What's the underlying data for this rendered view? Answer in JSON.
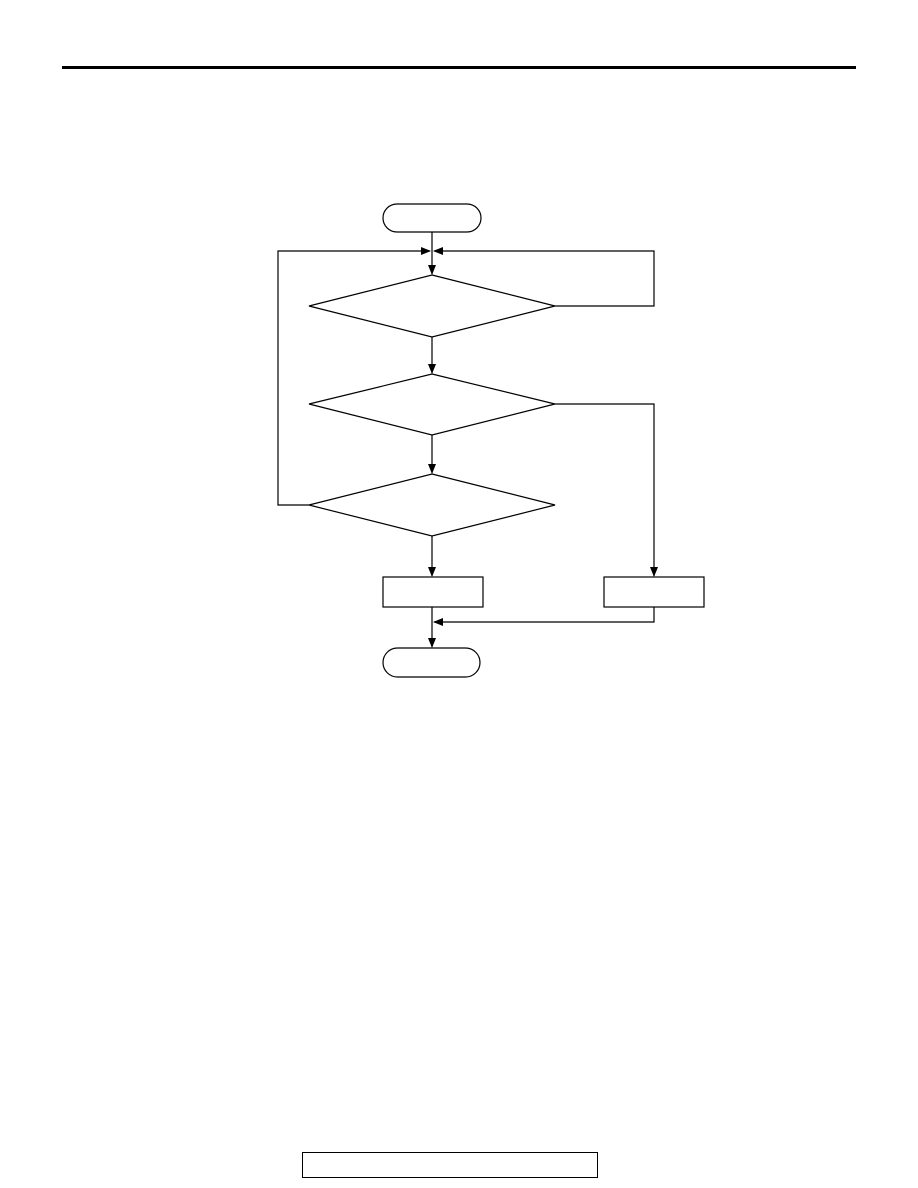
{
  "document": {
    "header_text": "",
    "footer_text": ""
  },
  "diagram": {
    "nodes": {
      "start": {
        "shape": "terminator",
        "label": ""
      },
      "decision_1": {
        "shape": "decision",
        "label": ""
      },
      "decision_2": {
        "shape": "decision",
        "label": ""
      },
      "decision_3": {
        "shape": "decision",
        "label": ""
      },
      "process_left": {
        "shape": "process",
        "label": ""
      },
      "process_right": {
        "shape": "process",
        "label": ""
      },
      "end": {
        "shape": "terminator",
        "label": ""
      }
    },
    "edges": [
      {
        "from": "start",
        "to": "decision_1"
      },
      {
        "from": "decision_1",
        "to": "decision_1"
      },
      {
        "from": "decision_1",
        "to": "decision_2"
      },
      {
        "from": "decision_2",
        "to": "decision_3"
      },
      {
        "from": "decision_2",
        "to": "process_right"
      },
      {
        "from": "decision_3",
        "to": "decision_1"
      },
      {
        "from": "decision_3",
        "to": "process_left"
      },
      {
        "from": "process_left",
        "to": "end"
      },
      {
        "from": "process_right",
        "to": "end"
      }
    ],
    "colors": {
      "stroke": "#000000",
      "fill": "#ffffff"
    }
  }
}
